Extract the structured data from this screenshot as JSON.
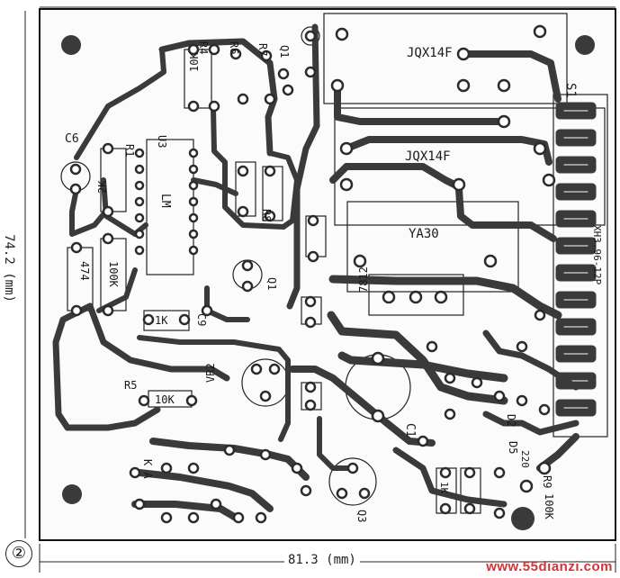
{
  "figure": {
    "number": "②",
    "dim_width": "81.3 (mm)",
    "dim_height": "74.2 (mm)",
    "watermark": "www.55dianzi.com"
  },
  "components": {
    "relay1": "JQX14F",
    "relay2": "JQX14F",
    "relay3": "YA30",
    "regulator": "7812",
    "connector": "XH3.96-12P",
    "switch": "S1",
    "ic": "U3",
    "ic_body": "LM",
    "r4": "R4",
    "r6": "R6",
    "r7": "R7",
    "q1": "Q1",
    "q1b": "Q1",
    "r10k": "10K",
    "r1": "R1",
    "r2k": "2K",
    "c6": "C6",
    "r474": "474",
    "r100k": "100K",
    "r1k": "1K",
    "c9": "C9",
    "r8": "R8",
    "r5": "R5",
    "r10k2": "10K",
    "vr2": "VR2",
    "c1": "C1",
    "d2": "D2",
    "d5": "D5",
    "r9": "R9",
    "r100k2": "100K",
    "r220": "220",
    "ka": "K A",
    "q3": "Q3",
    "r11k": "1K"
  }
}
